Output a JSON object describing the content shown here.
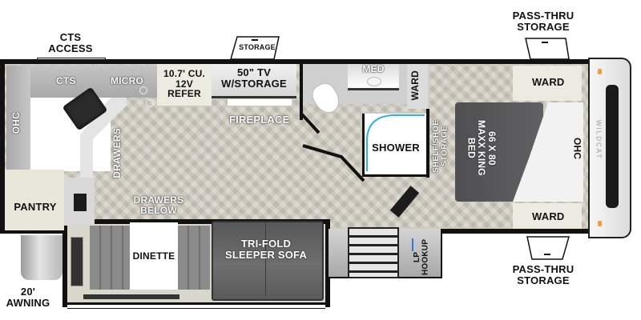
{
  "floorplan": {
    "exterior_labels": {
      "cts_access": "CTS\nACCESS",
      "storage_top": "STORAGE",
      "pass_thru_top": "PASS-THRU\nSTORAGE",
      "pass_thru_bottom": "PASS-THRU\nSTORAGE",
      "awning": "20'\nAWNING",
      "lp_hookup": "LP\nHOOKUP"
    },
    "rooms": {
      "cts": "CTS",
      "micro": "MICRO",
      "refer": "10.7' CU.\n12V\nREFER",
      "tv": "50\" TV\nW/STORAGE",
      "fireplace": "FIREPLACE",
      "ohc_left": "OHC",
      "drawers": "DRAWERS",
      "drawers_below": "DRAWERS\nBELOW",
      "pantry": "PANTRY",
      "dinette": "DINETTE",
      "sofa": "TRI-FOLD\nSLEEPER SOFA",
      "med": "MED",
      "ward_bath": "WARD",
      "shower": "SHOWER",
      "shelf_shoe": "SHELF/SHOE\nSTORAGE",
      "bed": "66 X 80\nMAXX KING\nBED",
      "ward_top": "WARD",
      "ward_bottom": "WARD",
      "ohc_right": "OHC"
    },
    "brand": "WILDCAT",
    "colors": {
      "wall": "#111111",
      "floor": "#cfcbbf",
      "cabinet": "#e9e6da",
      "counter": "#b9b9b9",
      "sofa": "#5e5e5e",
      "bed": "#5a5a5c",
      "shower_curve": "#2bb3e3",
      "marker_light": "#f0a030"
    }
  }
}
